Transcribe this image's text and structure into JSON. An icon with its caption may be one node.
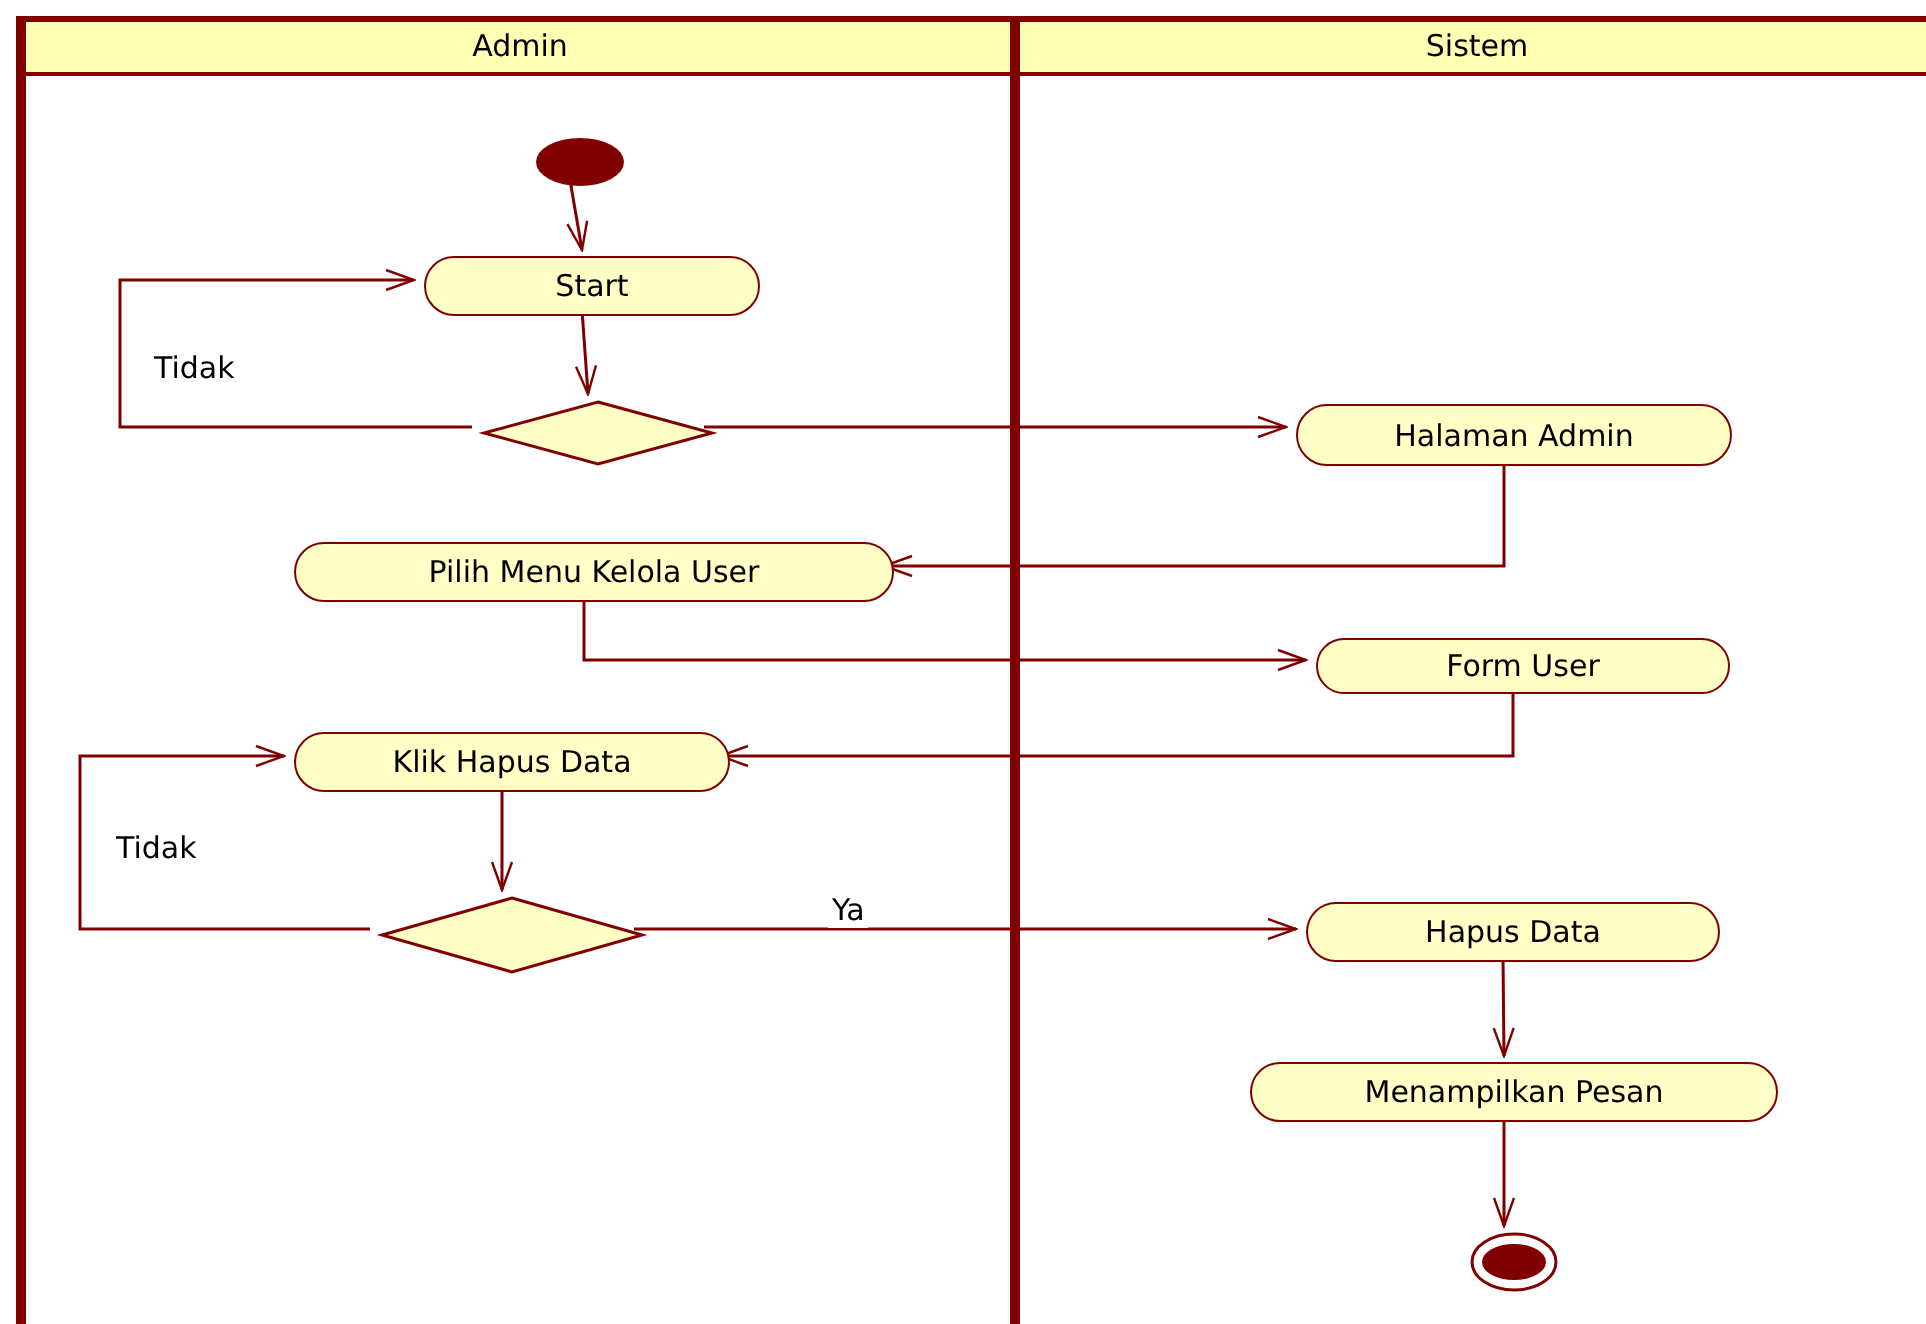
{
  "diagram": {
    "nodes": [
      {
        "text": [
          "Admin"
        ]
      },
      {
        "text": [
          "Sistem"
        ]
      },
      {
        "text": [],
        "shape": "circle",
        "in": 0
      },
      {
        "text": [
          "Start"
        ],
        "in": 0
      },
      {
        "text": [],
        "shape": "diamond",
        "in": 0
      },
      {
        "text": [
          "Halaman Admin"
        ],
        "in": 1
      },
      {
        "text": [
          "Pilih Menu Kelola User"
        ],
        "in": 0
      },
      {
        "text": [
          "Form User"
        ],
        "in": 1
      },
      {
        "text": [
          "Klik Hapus Data"
        ],
        "in": 0
      },
      {
        "text": [],
        "shape": "diamond",
        "in": 0
      },
      {
        "text": [
          "Hapus Data"
        ],
        "in": 1
      },
      {
        "text": [
          "Menampilkan Pesan"
        ],
        "in": 1
      },
      {
        "text": [],
        "shape": "circle",
        "in": 1
      }
    ],
    "edges": [
      {
        "from": 2,
        "to": 3,
        "arrow": "to"
      },
      {
        "from": 3,
        "to": 4,
        "arrow": "to"
      },
      {
        "from": 4,
        "to": 3,
        "arrow": "to",
        "label": "Tidak"
      },
      {
        "from": 4,
        "to": 5,
        "arrow": "to"
      },
      {
        "from": 5,
        "to": 6,
        "arrow": "to"
      },
      {
        "from": 6,
        "to": 7,
        "arrow": "to"
      },
      {
        "from": 7,
        "to": 8,
        "arrow": "to"
      },
      {
        "from": 8,
        "to": 9,
        "arrow": "to"
      },
      {
        "from": 9,
        "to": 8,
        "arrow": "to",
        "label": "Tidak"
      },
      {
        "from": 9,
        "to": 10,
        "arrow": "to",
        "label": "Ya"
      },
      {
        "from": 10,
        "to": 11,
        "arrow": "to"
      },
      {
        "from": 11,
        "to": 12,
        "arrow": "to"
      }
    ]
  }
}
